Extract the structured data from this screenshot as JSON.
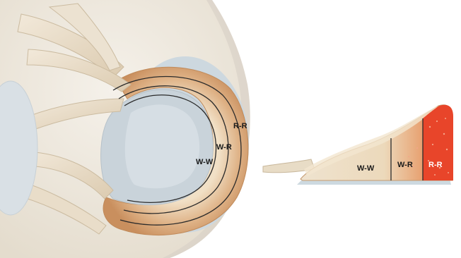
{
  "meniscus_top_view": {
    "labels": {
      "red_red": "R-R",
      "white_red": "W-R",
      "white_white": "W-W"
    }
  },
  "meniscus_cross_section": {
    "labels": {
      "white_white": "W-W",
      "white_red": "W-R",
      "red_red": "R-R"
    }
  },
  "colors": {
    "bone": "#efe9df",
    "cartilage": "#cfdbe2",
    "meniscus_light": "#ecd8bc",
    "meniscus_mid": "#d9a679",
    "ligament": "#e8dcc7",
    "red_zone": "#e8452a",
    "boundary_line": "#2b2b2b"
  }
}
